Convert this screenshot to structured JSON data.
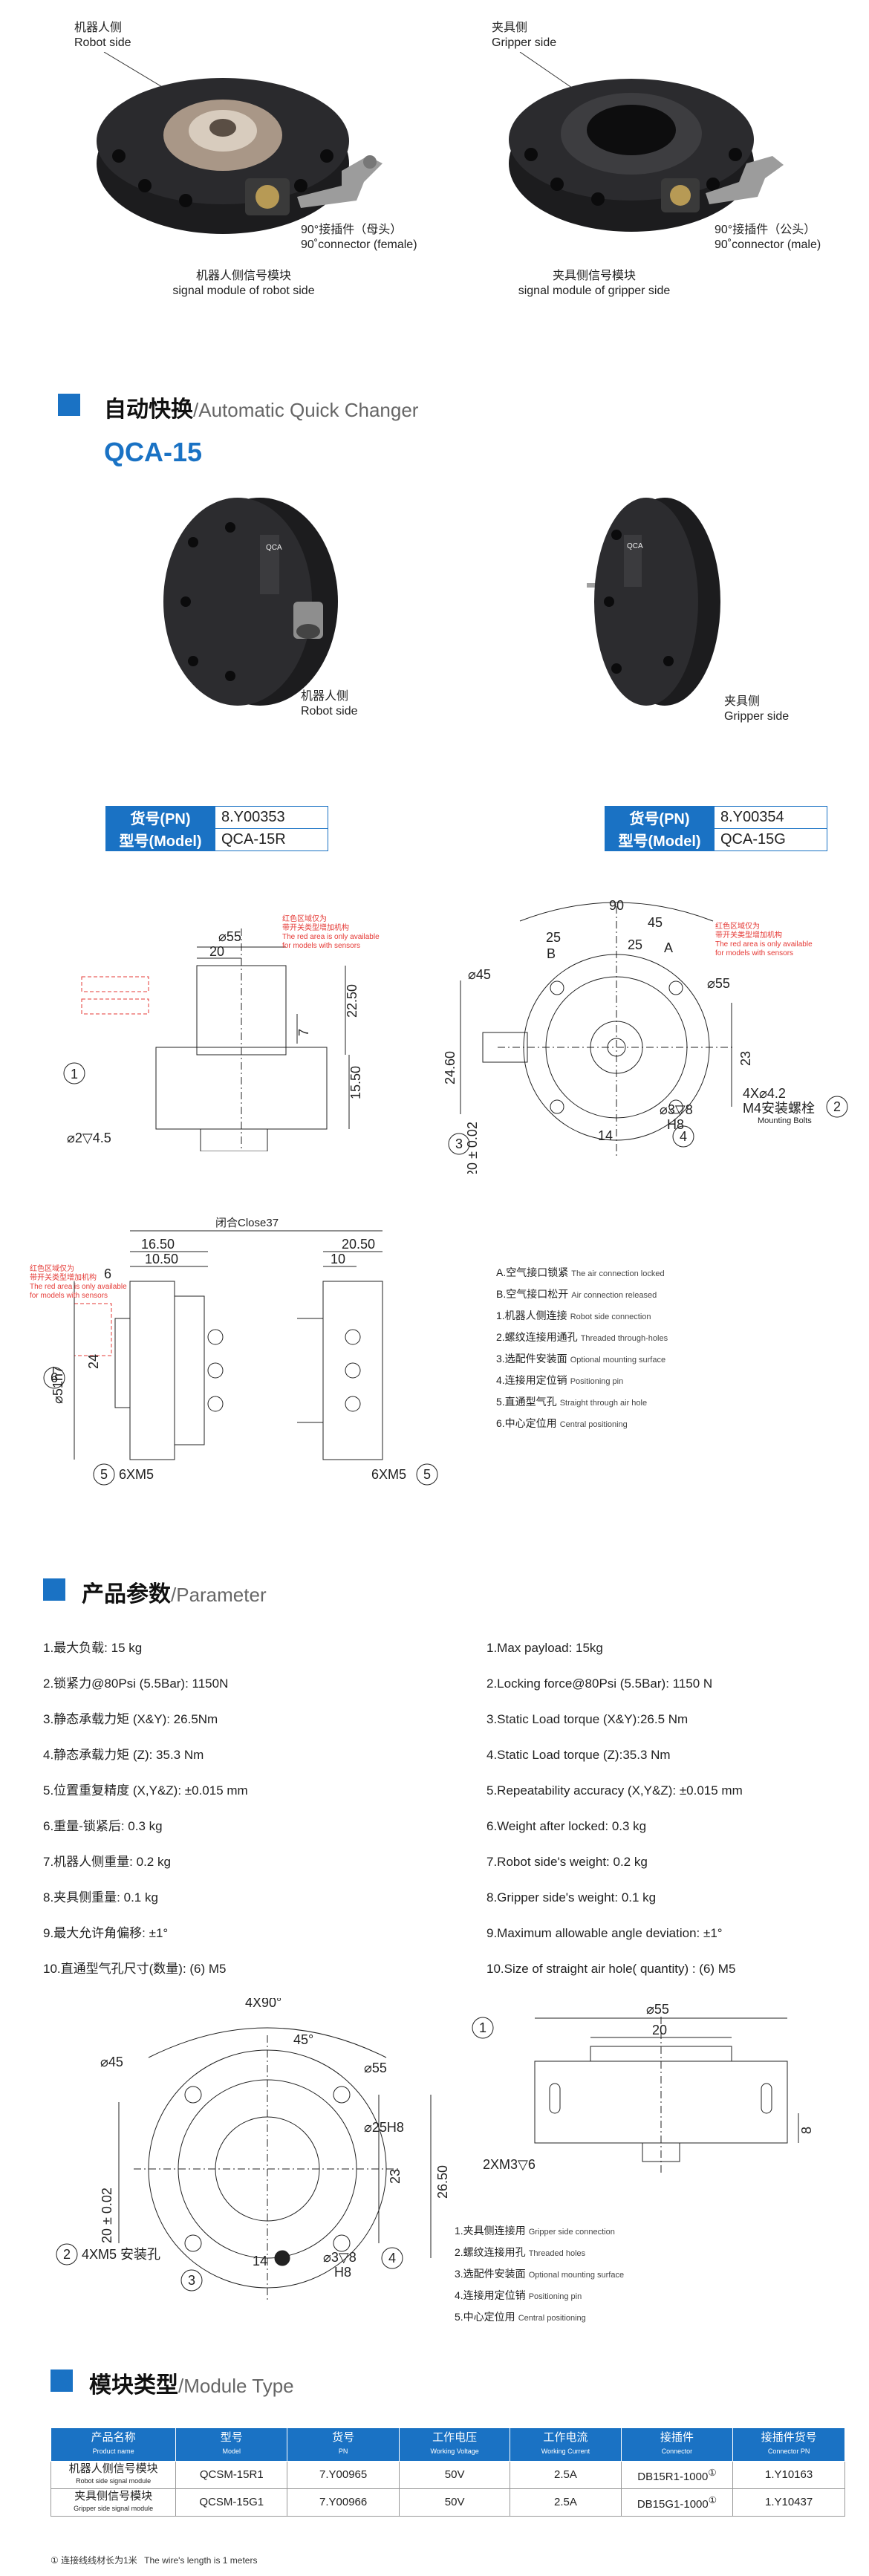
{
  "top": {
    "robot_side_cn": "机器人侧",
    "robot_side_en": "Robot side",
    "gripper_side_cn": "夹具侧",
    "gripper_side_en": "Gripper side",
    "conn_female_cn": "90°接插件（母头）",
    "conn_female_en": "90˚connector (female)",
    "conn_male_cn": "90°接插件（公头）",
    "conn_male_en": "90˚connector (male)",
    "sig_robot_cn": "机器人侧信号模块",
    "sig_robot_en": "signal module of robot side",
    "sig_gripper_cn": "夹具侧信号模块",
    "sig_gripper_en": "signal module of gripper side"
  },
  "section1": {
    "title_cn": "自动快换",
    "title_en": "/Automatic Quick Changer",
    "model": "QCA-15"
  },
  "photos": {
    "robot_cn": "机器人侧",
    "robot_en": "Robot side",
    "gripper_cn": "夹具侧",
    "gripper_en": "Gripper side"
  },
  "pn_robot": {
    "pn_key": "货号(PN)",
    "pn_val": "8.Y00353",
    "model_key": "型号(Model)",
    "model_val": "QCA-15R"
  },
  "pn_gripper": {
    "pn_key": "货号(PN)",
    "pn_val": "8.Y00354",
    "model_key": "型号(Model)",
    "model_val": "QCA-15G"
  },
  "drawing1": {
    "red_cn": "红色区域仅为",
    "red_cn2": "带开关类型增加机构",
    "red_en": "The red area is only available",
    "red_en2": "for models with sensors",
    "d55": "⌀55",
    "d20": "20",
    "d2250": "22.50",
    "d1550": "15.50",
    "d7": "7",
    "d2": "⌀2▽4.5"
  },
  "drawing2": {
    "a90": "90",
    "a45": "45",
    "a25a": "25",
    "a25b": "25",
    "labA": "A",
    "labB": "B",
    "red_cn": "红色区域仅为",
    "red_cn2": "带开关类型增加机构",
    "red_en": "The red area is only available",
    "red_en2": "for models with sensors",
    "d45": "⌀45",
    "d55": "⌀55",
    "d2460": "24.60",
    "d23": "23",
    "d20": "20 ± 0.02",
    "d14": "14",
    "d3": "⌀3▽8",
    "h8": "H8",
    "m4a": "4X⌀4.2",
    "m4b": "M4安装螺栓",
    "mb": "Mounting Bolts"
  },
  "drawing3": {
    "close": "闭合Close37",
    "d1650": "16.50",
    "d1050": "10.50",
    "d2050": "20.50",
    "d10": "10",
    "d6": "6",
    "d24": "24",
    "d51": "⌀51h7",
    "red_cn": "红色区域仅为",
    "red_cn2": "带开关类型增加机构",
    "red_en": "The red area is only available",
    "red_en2": "for models with sensors",
    "m5a": "6XM5",
    "m5b": "6XM5"
  },
  "notes1": [
    {
      "cn": "A.空气接口锁紧",
      "en": "The air connection locked"
    },
    {
      "cn": "B.空气接口松开",
      "en": "Air connection released"
    },
    {
      "cn": "1.机器人侧连接",
      "en": "Robot side connection"
    },
    {
      "cn": "2.螺纹连接用通孔",
      "en": "Threaded through-holes"
    },
    {
      "cn": "3.选配件安装面",
      "en": "Optional mounting surface"
    },
    {
      "cn": "4.连接用定位销",
      "en": "Positioning pin"
    },
    {
      "cn": "5.直通型气孔",
      "en": "Straight through air hole"
    },
    {
      "cn": "6.中心定位用",
      "en": "Central positioning"
    }
  ],
  "section2": {
    "title_cn": "产品参数",
    "title_en": "/Parameter"
  },
  "params_cn": [
    "1.最大负载: 15 kg",
    "2.锁紧力@80Psi (5.5Bar): 1150N",
    "3.静态承载力矩 (X&Y): 26.5Nm",
    "4.静态承载力矩 (Z): 35.3 Nm",
    "5.位置重复精度 (X,Y&Z): ±0.015 mm",
    "6.重量-锁紧后: 0.3 kg",
    "7.机器人侧重量: 0.2 kg",
    "8.夹具侧重量: 0.1 kg",
    "9.最大允许角偏移: ±1°",
    "10.直通型气孔尺寸(数量): (6) M5"
  ],
  "params_en": [
    "1.Max payload: 15kg",
    "2.Locking force@80Psi (5.5Bar): 1150 N",
    "3.Static Load torque (X&Y):26.5 Nm",
    "4.Static Load torque (Z):35.3 Nm",
    "5.Repeatability accuracy (X,Y&Z): ±0.015 mm",
    "6.Weight after locked: 0.3 kg",
    "7.Robot side's weight: 0.2 kg",
    "8.Gripper side's weight: 0.1 kg",
    "9.Maximum allowable angle deviation: ±1°",
    "10.Size of straight air hole( quantity) : (6) M5"
  ],
  "drawing4": {
    "a90": "4X90°",
    "a45": "45°",
    "d55": "⌀55",
    "d45": "⌀45",
    "d25": "⌀25H8",
    "d20": "20 ± 0.02",
    "d23": "23",
    "d2650": "26.50",
    "d14": "14",
    "d3": "⌀3▽8",
    "h8": "H8",
    "m5": "4XM5 安装孔"
  },
  "drawing5": {
    "d55": "⌀55",
    "d20": "20",
    "d8": "8",
    "m3": "2XM3▽6"
  },
  "notes2": [
    {
      "cn": "1.夹具侧连接用",
      "en": "Gripper side connection"
    },
    {
      "cn": "2.螺纹连接用孔",
      "en": "Threaded holes"
    },
    {
      "cn": "3.选配件安装面",
      "en": "Optional mounting surface"
    },
    {
      "cn": "4.连接用定位销",
      "en": "Positioning pin"
    },
    {
      "cn": "5.中心定位用",
      "en": "Central positioning"
    }
  ],
  "section3": {
    "title_cn": "模块类型",
    "title_en": "/Module Type"
  },
  "module_table": {
    "headers": [
      {
        "cn": "产品名称",
        "en": "Product name"
      },
      {
        "cn": "型号",
        "en": "Model"
      },
      {
        "cn": "货号",
        "en": "PN"
      },
      {
        "cn": "工作电压",
        "en": "Working Voltage"
      },
      {
        "cn": "工作电流",
        "en": "Working Current"
      },
      {
        "cn": "接插件",
        "en": "Connector"
      },
      {
        "cn": "接插件货号",
        "en": "Connector PN"
      }
    ],
    "rows": [
      {
        "name_cn": "机器人侧信号模块",
        "name_en": "Robot side signal module",
        "model": "QCSM-15R1",
        "pn": "7.Y00965",
        "voltage": "50V",
        "current": "2.5A",
        "connector": "DB15R1-1000",
        "sup": "①",
        "cpn": "1.Y10163"
      },
      {
        "name_cn": "夹具侧信号模块",
        "name_en": "Gripper side signal module",
        "model": "QCSM-15G1",
        "pn": "7.Y00966",
        "voltage": "50V",
        "current": "2.5A",
        "connector": "DB15G1-1000",
        "sup": "①",
        "cpn": "1.Y10437"
      }
    ],
    "footnote_cn": "① 连接线线材长为1米",
    "footnote_en": "The wire's length is 1 meters"
  },
  "colors": {
    "accent": "#1a72c4",
    "dark": "#1c1c1e",
    "red": "#e53935"
  }
}
